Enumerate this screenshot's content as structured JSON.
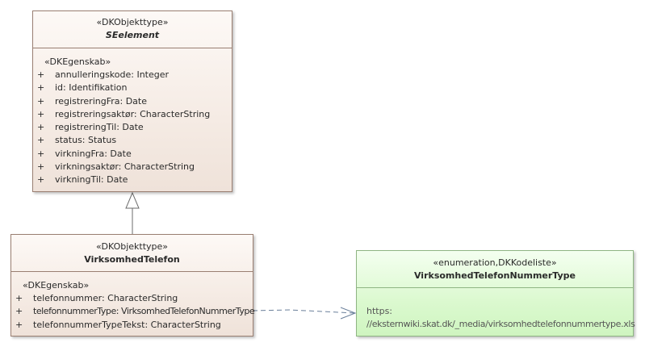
{
  "seelement": {
    "stereotype": "«DKObjekttype»",
    "name": "SEelement",
    "section_stereotype": "«DKEgenskab»",
    "attributes": [
      {
        "vis": "+",
        "text": "annulleringskode: Integer"
      },
      {
        "vis": "+",
        "text": "id: Identifikation"
      },
      {
        "vis": "+",
        "text": "registreringFra: Date"
      },
      {
        "vis": "+",
        "text": "registreringsaktør: CharacterString"
      },
      {
        "vis": "+",
        "text": "registreringTil: Date"
      },
      {
        "vis": "+",
        "text": "status: Status"
      },
      {
        "vis": "+",
        "text": "virkningFra: Date"
      },
      {
        "vis": "+",
        "text": "virkningsaktør: CharacterString"
      },
      {
        "vis": "+",
        "text": "virkningTil: Date"
      }
    ]
  },
  "virksomhedtelefon": {
    "stereotype": "«DKObjekttype»",
    "name": "VirksomhedTelefon",
    "section_stereotype": "«DKEgenskab»",
    "attributes": [
      {
        "vis": "+",
        "text": "telefonnummer: CharacterString"
      },
      {
        "vis": "+",
        "text": "telefonnummerType: VirksomhedTelefonNummerType"
      },
      {
        "vis": "+",
        "text": "telefonnummerTypeTekst: CharacterString"
      }
    ]
  },
  "enumeration": {
    "stereotype": "«enumeration,DKKodeliste»",
    "name": "VirksomhedTelefonNummerType",
    "note_line1": "https:",
    "note_line2": "//eksternwiki.skat.dk/_media/virksomhedtelefonnummertype.xls"
  }
}
